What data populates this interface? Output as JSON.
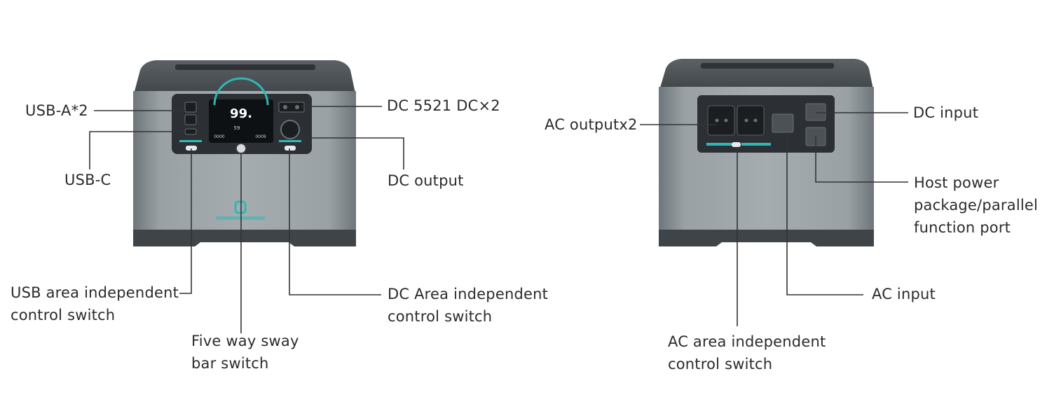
{
  "front_view": {
    "labels": {
      "usb_a": "USB-A*2",
      "usb_c": "USB-C",
      "usb_switch_line1": "USB area independent",
      "usb_switch_line2": "control switch",
      "sway_switch_line1": "Five way sway",
      "sway_switch_line2": "bar switch",
      "dc_5521": "DC 5521 DC×2",
      "dc_output": "DC output",
      "dc_switch_line1": "DC Area independent",
      "dc_switch_line2": "control switch"
    },
    "display": {
      "battery_percent": "99.",
      "center_value": "59",
      "left_value": "0000",
      "right_value": "0009"
    }
  },
  "rear_view": {
    "labels": {
      "ac_output": "AC outputx2",
      "dc_input": "DC input",
      "host_port_line1": "Host power",
      "host_port_line2": "package/parallel",
      "host_port_line3": "function port",
      "ac_input": "AC input",
      "ac_switch_line1": "AC area independent",
      "ac_switch_line2": "control switch"
    }
  },
  "colors": {
    "body_gray": "#8f969b",
    "dark_gray": "#4a4f53",
    "accent_teal": "#2fb8b4"
  }
}
